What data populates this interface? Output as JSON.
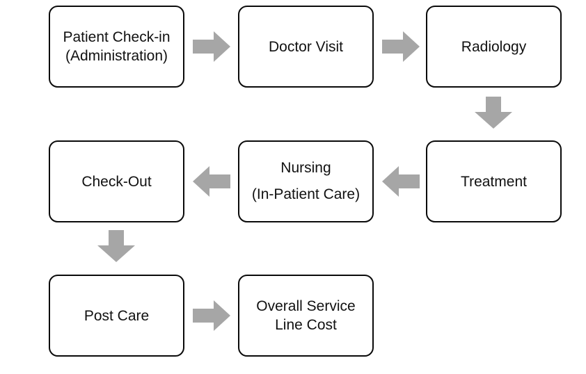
{
  "colors": {
    "arrow": "#a6a6a6",
    "node_border": "#0a0a0a",
    "node_fill": "#ffffff",
    "text": "#111111",
    "background": "#ffffff"
  },
  "nodes": [
    {
      "id": "patient-check-in",
      "label": "Patient Check-in\n(Administration)"
    },
    {
      "id": "doctor-visit",
      "label": "Doctor Visit"
    },
    {
      "id": "radiology",
      "label": "Radiology"
    },
    {
      "id": "treatment",
      "label": "Treatment"
    },
    {
      "id": "nursing",
      "label": "Nursing\n(In-Patient Care)"
    },
    {
      "id": "check-out",
      "label": "Check-Out"
    },
    {
      "id": "post-care",
      "label": "Post Care"
    },
    {
      "id": "overall-service-line-cost",
      "label": "Overall Service\nLine Cost"
    }
  ],
  "connections": [
    {
      "from": "patient-check-in",
      "to": "doctor-visit",
      "direction": "right"
    },
    {
      "from": "doctor-visit",
      "to": "radiology",
      "direction": "right"
    },
    {
      "from": "radiology",
      "to": "treatment",
      "direction": "down"
    },
    {
      "from": "treatment",
      "to": "nursing",
      "direction": "left"
    },
    {
      "from": "nursing",
      "to": "check-out",
      "direction": "left"
    },
    {
      "from": "check-out",
      "to": "post-care",
      "direction": "down"
    },
    {
      "from": "post-care",
      "to": "overall-service-line-cost",
      "direction": "right"
    }
  ]
}
